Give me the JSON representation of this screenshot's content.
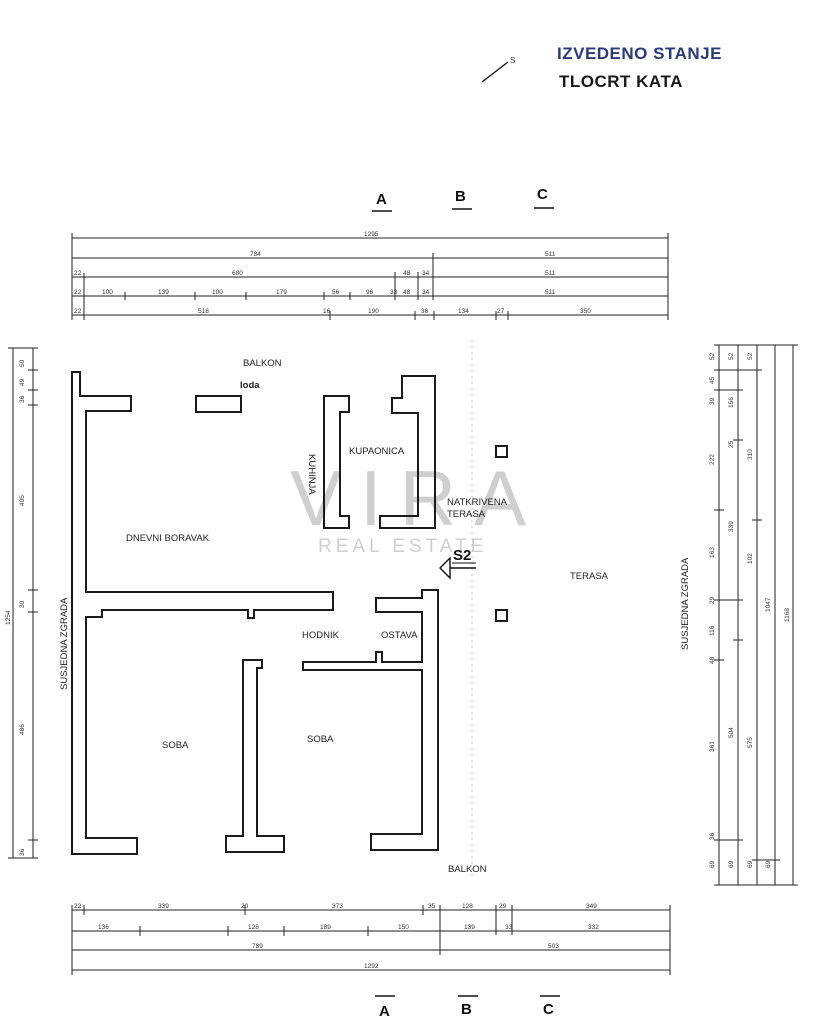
{
  "header": {
    "title": "IZVEDENO STANJE",
    "subtitle": "TLOCRT KATA",
    "north_symbol": "S"
  },
  "watermark": {
    "main": "VIRA",
    "sub": "REAL ESTATE"
  },
  "section_marks": {
    "top": [
      "A",
      "B",
      "C"
    ],
    "bottom": [
      "A",
      "B",
      "C"
    ],
    "cut_label": "S2"
  },
  "rooms": {
    "balkon_top": "BALKON",
    "loda": "loda",
    "kupaonica": "KUPAONICA",
    "kuhinja": "KUHINJA",
    "natkrivena_1": "NATKRIVENA",
    "natkrivena_2": "TERASA",
    "dnevni_boravak": "DNEVNI BORAVAK",
    "terasa": "TERASA",
    "hodnik": "HODNIK",
    "ostava": "OSTAVA",
    "soba_1": "SOBA",
    "soba_2": "SOBA",
    "balkon_bottom": "BALKON",
    "susjedna_left": "SUSJEDNA ZGRADA",
    "susjedna_right": "SUSJEDNA ZGRADA"
  },
  "dimensions": {
    "top": [
      [
        "1295"
      ],
      [
        "784",
        "511"
      ],
      [
        "22",
        "680",
        "48",
        "34",
        "511"
      ],
      [
        "22",
        "100",
        "139",
        "100",
        "179",
        "56",
        "96",
        "33",
        "48",
        "34",
        "511"
      ],
      [
        "22",
        "518",
        "16",
        "190",
        "36",
        "134",
        "27",
        "350"
      ]
    ],
    "bottom": [
      [
        "22",
        "339",
        "20",
        "373",
        "35",
        "128",
        "29",
        "349"
      ],
      [
        "136",
        "128",
        "189",
        "150",
        "139",
        "33",
        "332"
      ],
      [
        "789",
        "503"
      ],
      [
        "1292"
      ]
    ],
    "left": [
      "50",
      "49",
      "36",
      "405",
      "30",
      "486",
      "36",
      "1254"
    ],
    "right": [
      "52",
      "45",
      "52",
      "52",
      "39",
      "156",
      "222",
      "25",
      "310",
      "339",
      "163",
      "102",
      "29",
      "116",
      "1047",
      "1168",
      "48",
      "504",
      "575",
      "361",
      "36",
      "69",
      "69",
      "69",
      "69"
    ]
  }
}
